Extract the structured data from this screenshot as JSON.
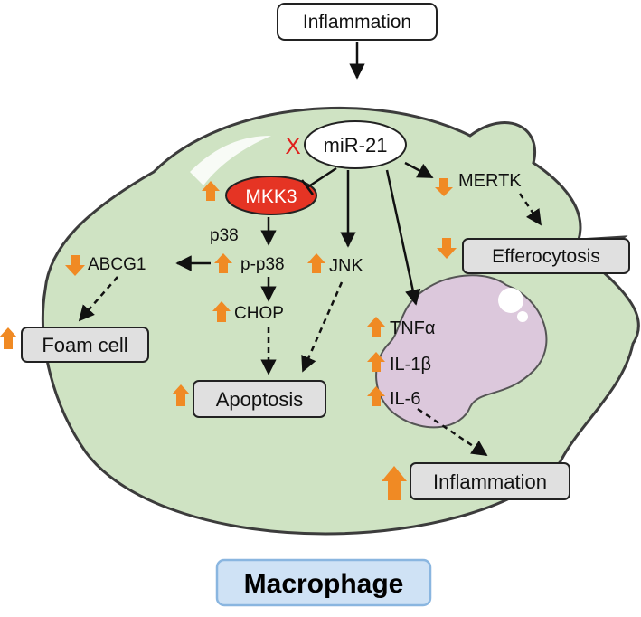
{
  "diagram": {
    "top_input": "Inflammation",
    "mirna": "miR-21",
    "mirna_mark": "X",
    "nodes": {
      "mkk3": "MKK3",
      "p38": "p38",
      "pp38": "p-p38",
      "chop": "CHOP",
      "jnk": "JNK",
      "mertk": "MERTK",
      "abcg1": "ABCG1",
      "tnfa": "TNFα",
      "il1b": "IL-1β",
      "il6": "IL-6"
    },
    "outcomes": {
      "efferocytosis": "Efferocytosis",
      "foam_cell": "Foam cell",
      "apoptosis": "Apoptosis",
      "inflammation": "Inflammation"
    },
    "cell_label": "Macrophage",
    "colors": {
      "cell_fill": "#cfe3c3",
      "cell_stroke": "#3c3c3c",
      "nucleus_fill": "#dcc8dc",
      "mkk3_fill": "#e53424",
      "arrow_up_down": "#f08a24",
      "x_mark": "#e0201c",
      "outcome_box": "#e0e0e0",
      "title_box": "#cfe2f5",
      "title_border": "#8ab6e0"
    }
  }
}
